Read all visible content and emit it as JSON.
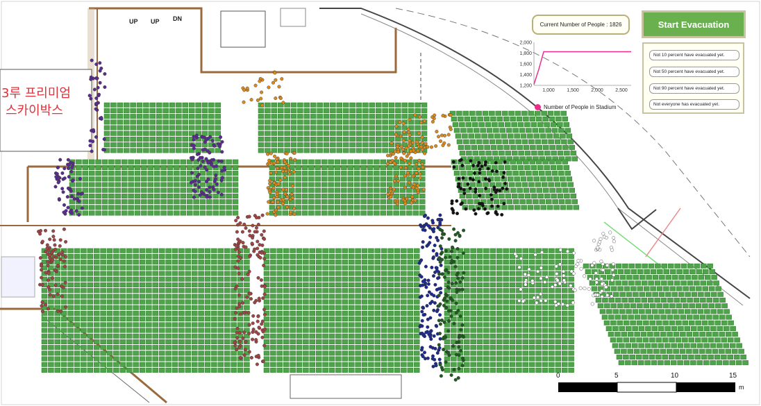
{
  "status": {
    "current_count_label": "Current Number of People : 1826",
    "start_button": "Start Evacuation",
    "messages": [
      "Not 10 percent have evacuated yet.",
      "Not 50 percent have evacuated yet.",
      "Not 90 percent have evacuated yet.",
      "Not everyone has evacuated yet."
    ]
  },
  "venue": {
    "stair_labels": [
      "UP",
      "UP",
      "DN"
    ],
    "sign_text": [
      "3루 프리미엄",
      "스카이박스"
    ]
  },
  "scale_bar": {
    "ticks": [
      "0",
      "5",
      "10",
      "15"
    ],
    "unit": "m"
  },
  "chart_data": {
    "type": "line",
    "x": [
      700,
      800,
      900,
      1000,
      1500,
      2000,
      2500,
      2700
    ],
    "series": [
      {
        "name": "Number of People in Stadium",
        "color": "#ec2d8b",
        "values": [
          1220,
          1500,
          1826,
          1826,
          1826,
          1826,
          1826,
          1826
        ]
      }
    ],
    "xticks": [
      "1,000",
      "1,500",
      "2,000",
      "2,500"
    ],
    "yticks": [
      "1,200",
      "1,400",
      "1,600",
      "1,800",
      "2,000"
    ],
    "xlim": [
      700,
      2700
    ],
    "ylim": [
      1200,
      2000
    ]
  },
  "colors": {
    "seat": "#4fa34b",
    "seat_dark": "#2f7d2d",
    "wall": "#9a6a3c",
    "agents": [
      "#5b2c8f",
      "#d88a1f",
      "#a04545",
      "#1e2a8c",
      "#1f5a1f",
      "#111111",
      "#ffffff"
    ]
  }
}
